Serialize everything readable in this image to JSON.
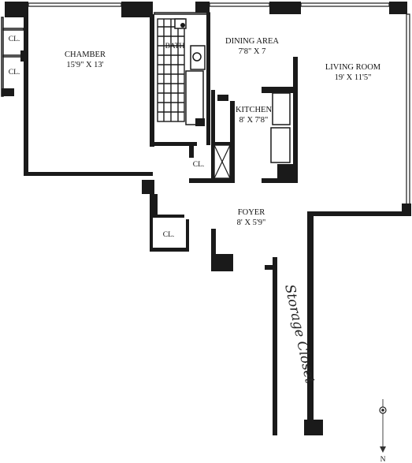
{
  "rooms": {
    "chamber": {
      "name": "CHAMBER",
      "dims": "15'9\" X 13'"
    },
    "bath": {
      "name": "BATH"
    },
    "dining": {
      "name": "DINING AREA",
      "dims": "7'8\" X 7"
    },
    "living": {
      "name": "LIVING ROOM",
      "dims": "19' X 11'5\""
    },
    "kitchen": {
      "name": "KITCHEN",
      "dims": "8' X 7'8\""
    },
    "foyer": {
      "name": "FOYER",
      "dims": "8' X 5'9\""
    }
  },
  "closets": {
    "cl1": "CL.",
    "cl2": "CL.",
    "cl3": "CL.",
    "cl4": "CL."
  },
  "storage": {
    "text": "Storage Closet"
  },
  "compass": {
    "label": "N",
    "icon": "north-arrow-icon"
  }
}
